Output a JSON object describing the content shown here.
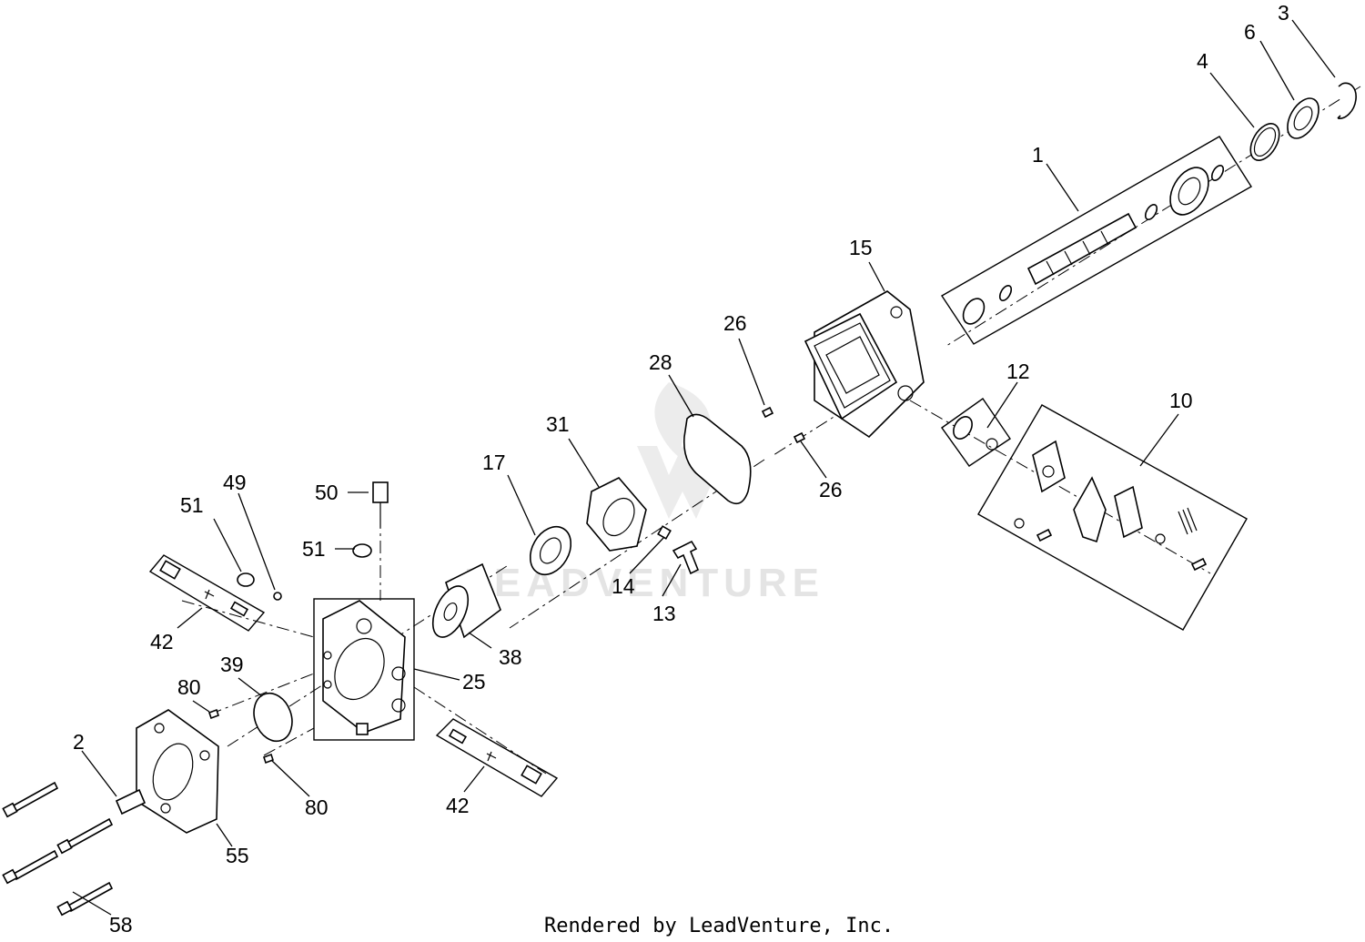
{
  "callouts": {
    "c1": "1",
    "c2": "2",
    "c3": "3",
    "c4": "4",
    "c6": "6",
    "c10": "10",
    "c12": "12",
    "c13": "13",
    "c14": "14",
    "c15": "15",
    "c17": "17",
    "c25": "25",
    "c26a": "26",
    "c26b": "26",
    "c28": "28",
    "c31": "31",
    "c38": "38",
    "c39": "39",
    "c42a": "42",
    "c42b": "42",
    "c49": "49",
    "c50": "50",
    "c51a": "51",
    "c51b": "51",
    "c55": "55",
    "c58": "58",
    "c80a": "80",
    "c80b": "80"
  },
  "watermark": "LEADVENTURE",
  "footer": "Rendered by LeadVenture, Inc."
}
